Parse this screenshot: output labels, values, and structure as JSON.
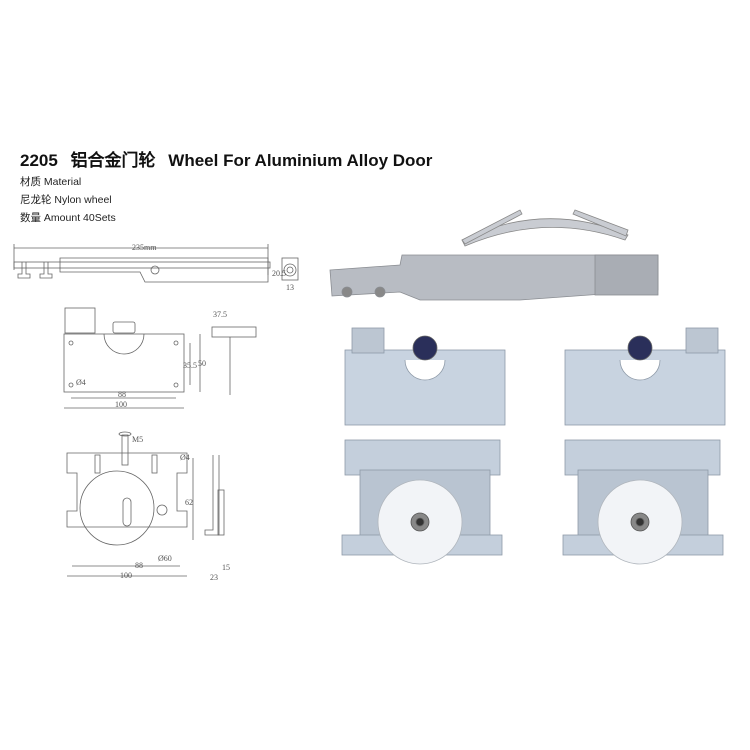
{
  "header": {
    "model": "2205",
    "title_cn": "铝合金门轮",
    "title_en": "Wheel For Aluminium Alloy Door"
  },
  "specs": [
    {
      "label_cn": "材质",
      "label_en": "Material"
    },
    {
      "label_cn": "尼龙轮",
      "label_en": "Nylon wheel"
    },
    {
      "label_cn": "数量",
      "label_en": "Amount 40Sets"
    }
  ],
  "drawing_top": {
    "length": "235mm",
    "height": "20.5",
    "width": "13"
  },
  "drawing_plate": {
    "side": "37.5",
    "inner_height": "35.5",
    "height": "50",
    "hole": "Ø4",
    "hole_spacing": "88",
    "width": "100"
  },
  "drawing_wheel": {
    "screw": "M5",
    "hole": "Ø4",
    "height": "62",
    "wheel_dia": "Ø60",
    "hole_spacing": "88",
    "width": "100",
    "wheel_width": "15",
    "depth": "23"
  }
}
